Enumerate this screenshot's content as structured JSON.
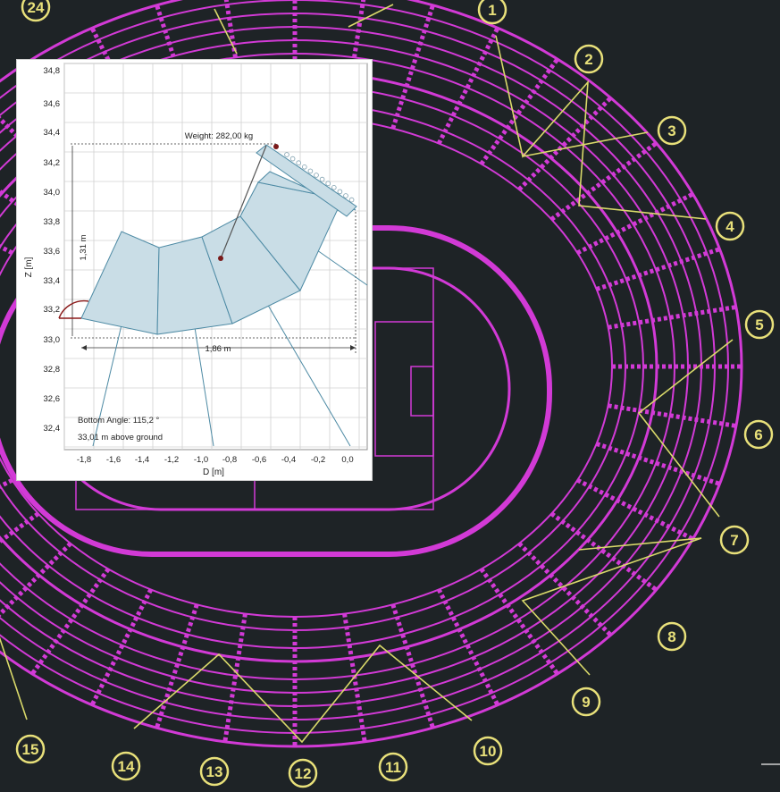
{
  "colors": {
    "background": "#1e2326",
    "tier_lines": "#d23ad6",
    "speaker_lines": "#d9d96a",
    "markers": "#e8e07a",
    "array_fill": "#c9dde6",
    "array_stroke": "#4d8aa4"
  },
  "stadium": {
    "markers": [
      "1",
      "2",
      "3",
      "4",
      "5",
      "6",
      "7",
      "8",
      "9",
      "10",
      "11",
      "12",
      "13",
      "14",
      "15",
      "24"
    ]
  },
  "inset": {
    "ghost_title": "EASE Focus 2",
    "weight_label": "Weight: 282,00 kg",
    "height_dim_label": "1,31 m",
    "width_dim_label": "1,86 m",
    "bottom_angle_label": "Bottom Angle: 115,2 °",
    "ground_label": "33,01 m above ground",
    "x_axis_label": "D [m]",
    "y_axis_label": "Z [m]",
    "x_ticks": [
      "-1,8",
      "-1,6",
      "-1,4",
      "-1,2",
      "-1,0",
      "-0,8",
      "-0,6",
      "-0,4",
      "-0,2",
      "0,0"
    ],
    "y_ticks": [
      "34,8",
      "34,6",
      "34,4",
      "34,2",
      "34,0",
      "33,8",
      "33,6",
      "33,4",
      "33,2",
      "33,0",
      "32,8",
      "32,6",
      "32,4"
    ]
  }
}
